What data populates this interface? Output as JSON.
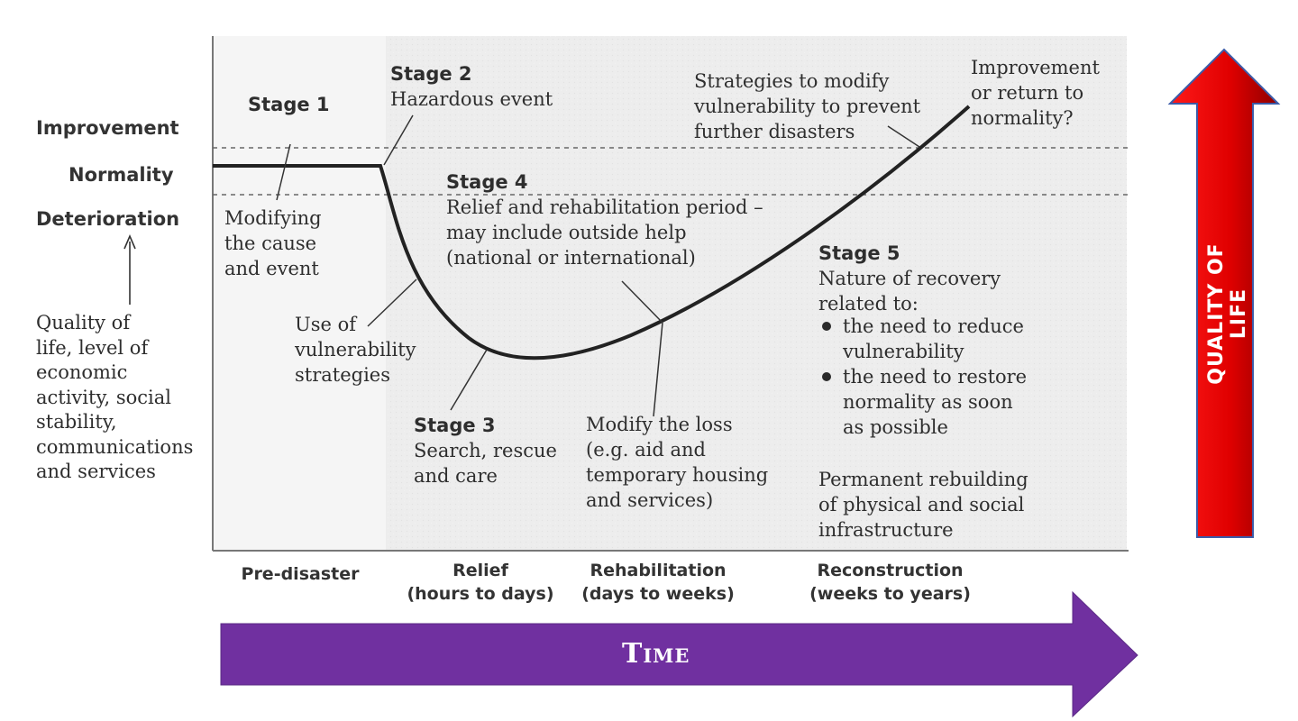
{
  "levels": {
    "improvement": "Improvement",
    "normality": "Normality",
    "deterioration": "Deterioration"
  },
  "y_axis_description": "Quality of\nlife, level of\neconomic\nactivity, social\nstability,\ncommunications\nand services",
  "stages": {
    "stage1": {
      "title": "Stage 1",
      "text": "Modifying\nthe cause\nand event"
    },
    "stage2": {
      "title": "Stage 2",
      "text": "Hazardous event"
    },
    "stage3": {
      "title": "Stage 3",
      "text": "Search, rescue\nand care"
    },
    "stage4": {
      "title": "Stage 4",
      "text": "Relief and rehabilitation period –\nmay include outside help\n(national or international)"
    },
    "stage5": {
      "title": "Stage 5",
      "text": "Nature of recovery\nrelated to:"
    }
  },
  "stage5_bullets": [
    "the need to reduce\nvulnerability",
    "the need to restore\nnormality as soon\nas possible"
  ],
  "annotations": {
    "vulnerability": "Use of\nvulnerability\nstrategies",
    "modify_loss": "Modify the loss\n(e.g. aid and\ntemporary housing\nand services)",
    "strategies": "Strategies to modify\nvulnerability to prevent\nfurther disasters",
    "improvement_question": "Improvement\nor return to\nnormality?",
    "permanent": "Permanent rebuilding\nof physical and social\ninfrastructure"
  },
  "phases": [
    {
      "name": "Pre-disaster",
      "detail": ""
    },
    {
      "name": "Relief",
      "detail": "(hours to days)"
    },
    {
      "name": "Rehabilitation",
      "detail": "(days to weeks)"
    },
    {
      "name": "Reconstruction",
      "detail": "(weeks to years)"
    }
  ],
  "time_label": "Time",
  "quality_label": "QUALITY OF LIFE",
  "colors": {
    "time_arrow": "#7030a0",
    "quality_arrow_top": "#e60000",
    "quality_arrow_bottom": "#a00000",
    "curve": "#222222"
  }
}
